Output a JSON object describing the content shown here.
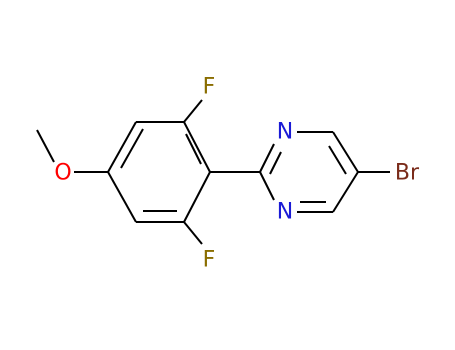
{
  "molecule": {
    "atoms": {
      "f_top": {
        "label": "F",
        "color": "#8a6d00"
      },
      "f_bottom": {
        "label": "F",
        "color": "#8a6d00"
      },
      "o_methoxy": {
        "label": "O",
        "color": "#ff0000"
      },
      "n_top": {
        "label": "N",
        "color": "#1b1bd6"
      },
      "n_bottom": {
        "label": "N",
        "color": "#1b1bd6"
      },
      "br": {
        "label": "Br",
        "color": "#7a2b1a"
      }
    },
    "bond_color": "#000000",
    "background": "#ffffff"
  }
}
